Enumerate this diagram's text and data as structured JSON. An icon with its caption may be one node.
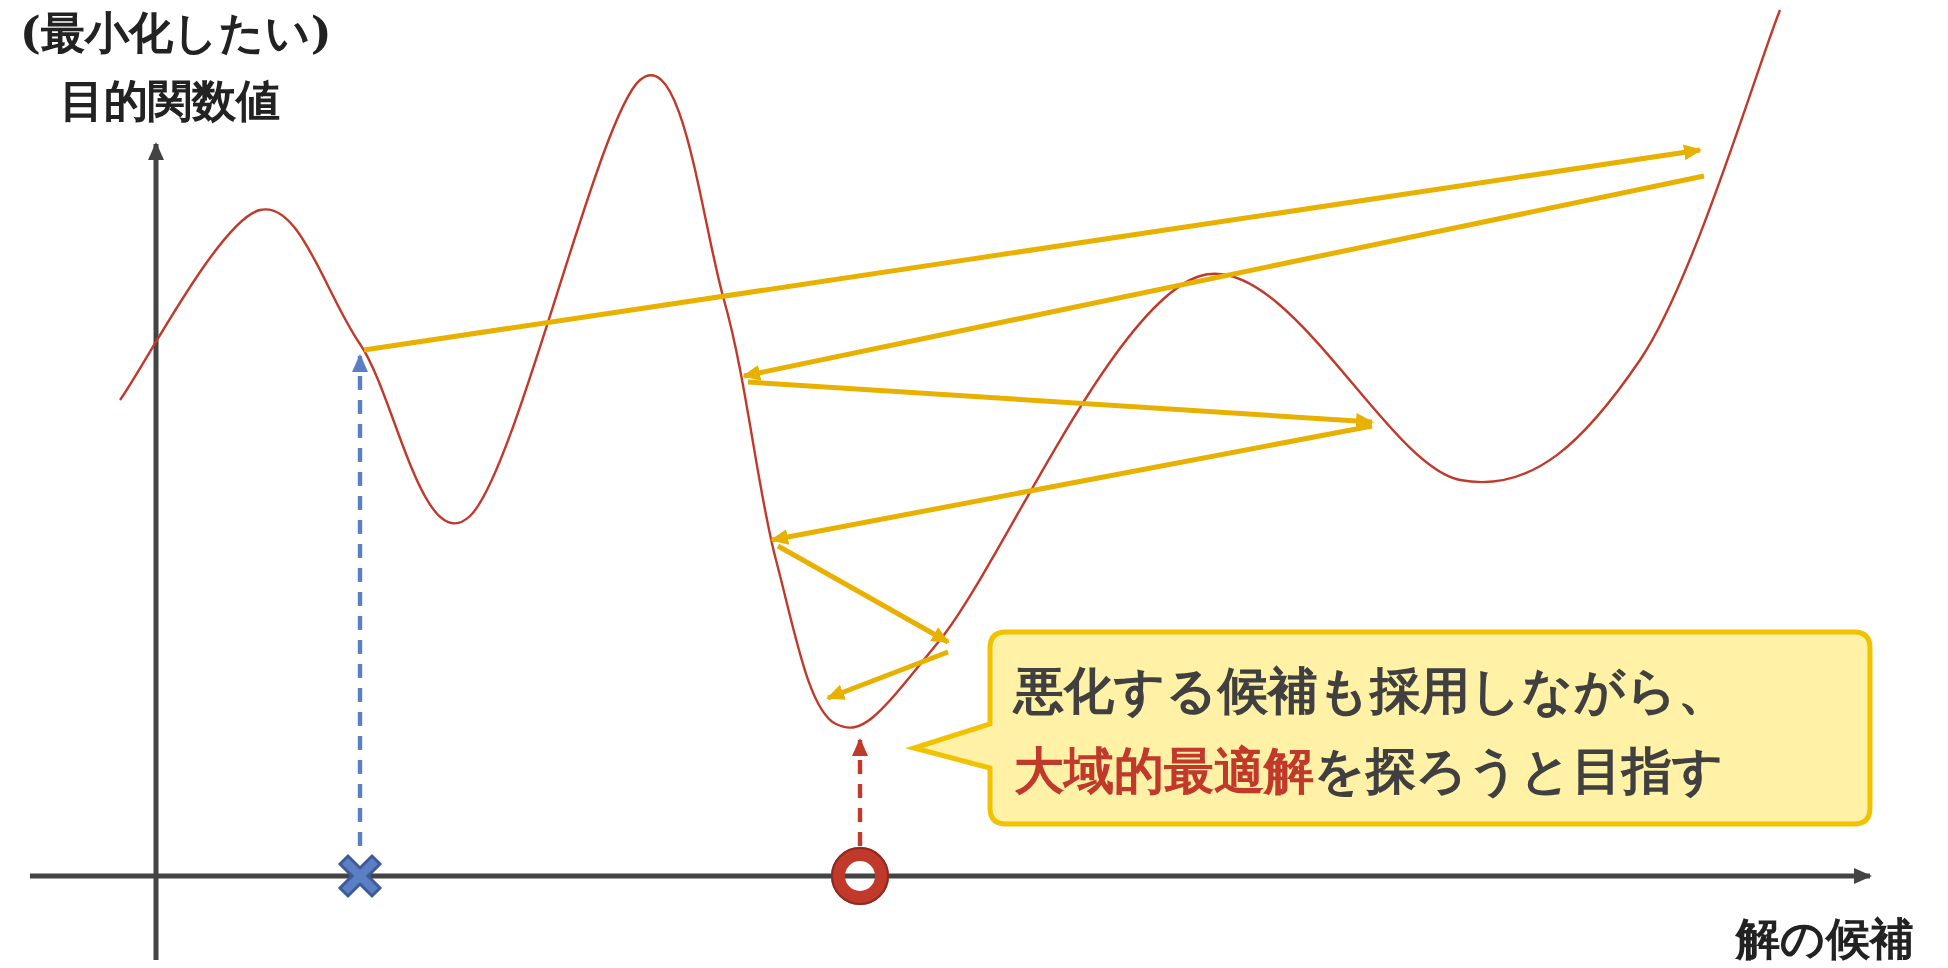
{
  "diagram": {
    "nodes": [
      {
        "text": [],
        "shape": "cross"
      },
      {
        "text": [],
        "shape": "circle"
      },
      {
        "text": [
          "悪化する候補も採用しながら、**大域的最適解**を探ろうと目指す"
        ]
      }
    ],
    "edges": [
      {
        "from": 0,
        "to": null,
        "arrow": "to",
        "style": "dashed",
        "color": "#5b7fc4"
      },
      {
        "from": 1,
        "to": null,
        "arrow": "to",
        "style": "dashed",
        "color": "#c0392b"
      }
    ],
    "labels": [
      "(最小化したい)",
      "目的関数値",
      "解の候補"
    ]
  }
}
